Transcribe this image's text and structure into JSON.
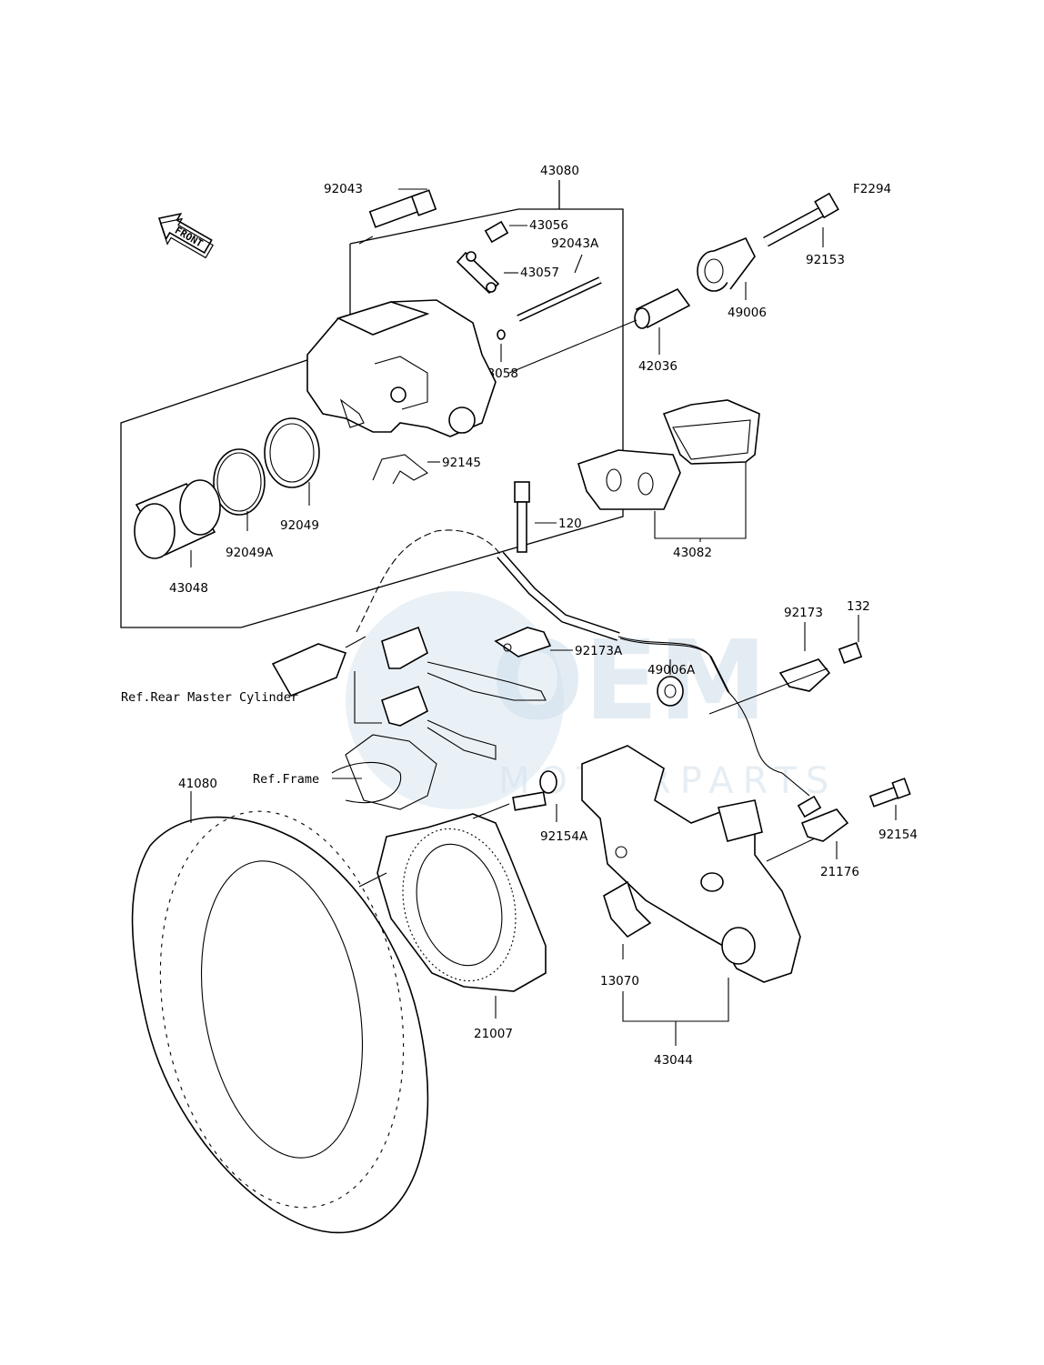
{
  "diagram_code": "F2294",
  "front_label": "FRONT",
  "watermark": {
    "logo": "OEM",
    "subtitle": "MOTORPARTS"
  },
  "labels": {
    "p92043": "92043",
    "p43080": "43080",
    "p43056": "43056",
    "p92043A": "92043A",
    "p43057": "43057",
    "p43058": "43058",
    "p42036": "42036",
    "p49006": "49006",
    "p92153": "92153",
    "p92145": "92145",
    "p92049": "92049",
    "p92049A": "92049A",
    "p43048": "43048",
    "p120": "120",
    "p43082": "43082",
    "p92173A": "92173A",
    "p92173": "92173",
    "p132": "132",
    "p49006A": "49006A",
    "ref_master": "Ref.Rear Master Cylinder",
    "ref_frame": "Ref.Frame",
    "p41080": "41080",
    "p92154A": "92154A",
    "p21176": "21176",
    "p92154": "92154",
    "p21007": "21007",
    "p13070": "13070",
    "p43044": "43044"
  },
  "icons": [
    "front-arrow-icon"
  ]
}
